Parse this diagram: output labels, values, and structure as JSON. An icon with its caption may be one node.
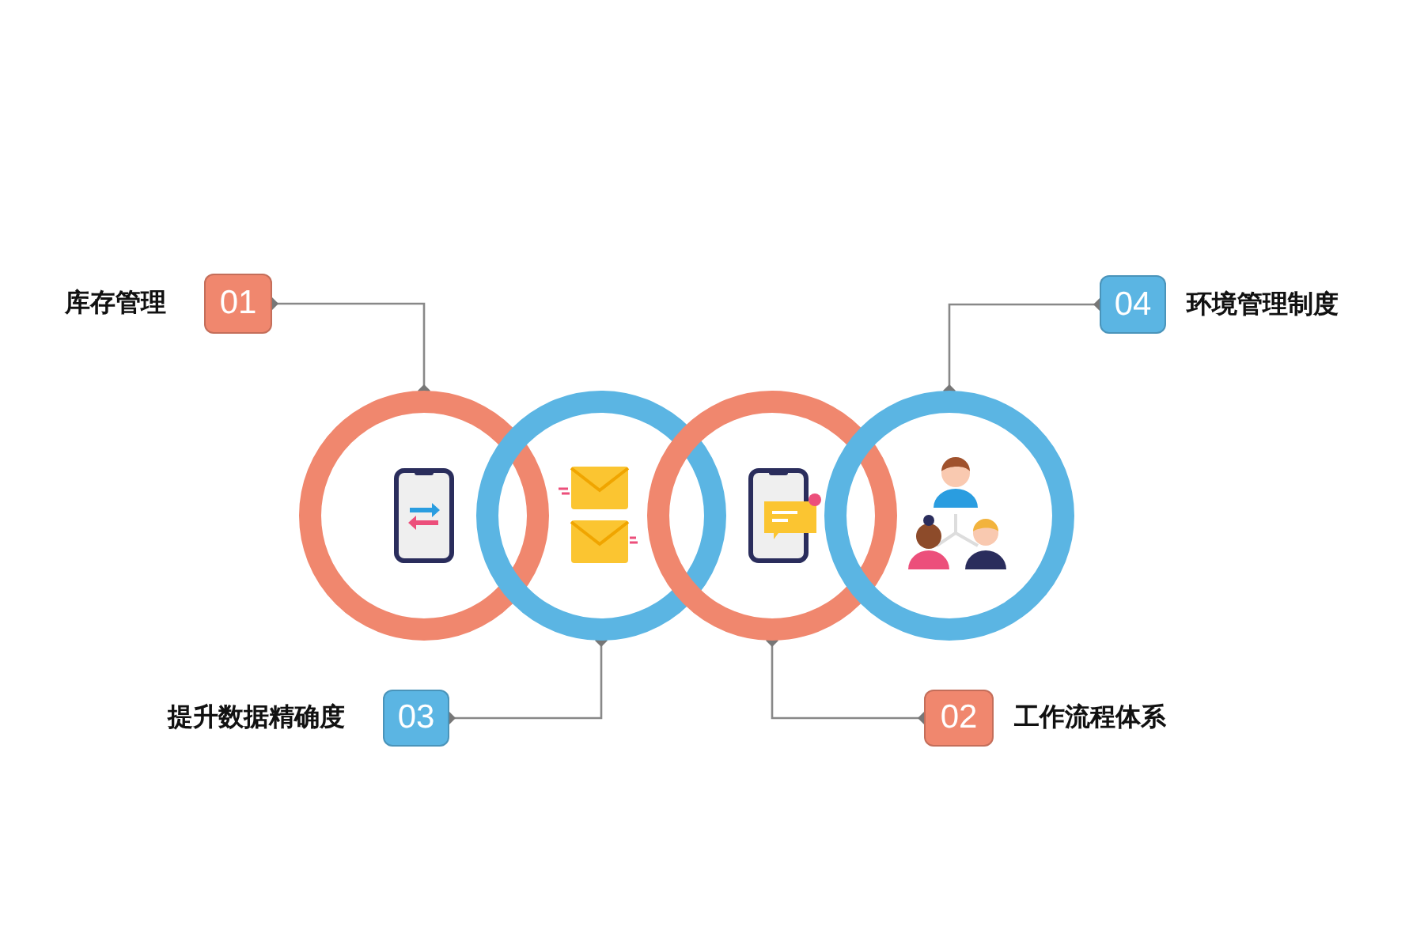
{
  "diagram": {
    "nodes": [
      {
        "text": [
          "01"
        ],
        "beside": [
          "库存管理"
        ]
      },
      {
        "text": [
          "04"
        ],
        "beside": [
          "环境管理制度"
        ]
      },
      {
        "text": [],
        "shape": "circle"
      },
      {
        "text": [],
        "shape": "circle"
      },
      {
        "text": [],
        "shape": "circle"
      },
      {
        "text": [],
        "shape": "circle"
      },
      {
        "text": [
          "03"
        ],
        "beside": [
          "提升数据精确度"
        ]
      },
      {
        "text": [
          "02"
        ],
        "beside": [
          "工作流程体系"
        ]
      }
    ],
    "edges": [
      {
        "from": 0,
        "to": 2,
        "arrow": "other"
      },
      {
        "from": 1,
        "to": 5,
        "arrow": "other"
      },
      {
        "from": 6,
        "to": 3,
        "arrow": "other"
      },
      {
        "from": 7,
        "to": 4,
        "arrow": "other"
      }
    ]
  }
}
